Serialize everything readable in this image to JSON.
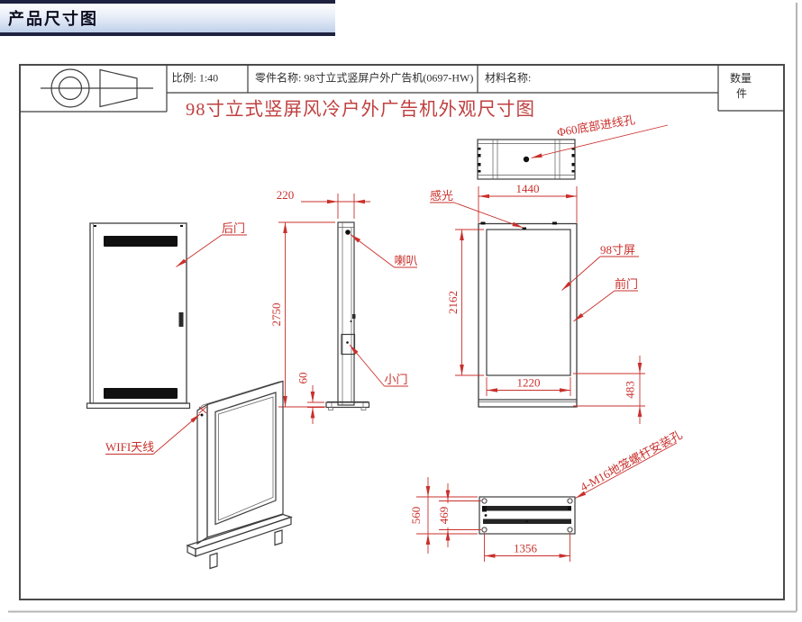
{
  "header": {
    "title": "产品尺寸图"
  },
  "title_block": {
    "scale": "比例: 1:40",
    "part_name": "零件名称: 98寸立式竖屏户外广告机(0697-HW)",
    "material_name": "材料名称:",
    "qty_line1": "数量",
    "qty_line2": "件"
  },
  "drawing": {
    "main_title": "98寸立式竖屏风冷户外广告机外观尺寸图",
    "labels": {
      "back_door": "后门",
      "wifi_antenna": "WIFI天线",
      "speaker": "喇叭",
      "small_door": "小门",
      "light_sensor": "感光",
      "screen": "98寸屏",
      "front_door": "前门",
      "cable_entry": "Φ60底部进线孔",
      "anchor_holes": "4-M16地笼螺杆安装孔"
    },
    "dims": {
      "depth": "220",
      "height": "2750",
      "base_h": "60",
      "width": "1440",
      "screen_h": "2162",
      "screen_w": "1220",
      "bottom_offset": "483",
      "base_depth": "560",
      "hole_pitch_d": "469",
      "hole_pitch_w": "1356"
    },
    "colors": {
      "dimension_red": "#c9302c",
      "title_red": "#c04040",
      "line_dark": "#3d3d3d",
      "header_navy": "#1e2240",
      "header_blue": "#bfd0ea"
    }
  }
}
